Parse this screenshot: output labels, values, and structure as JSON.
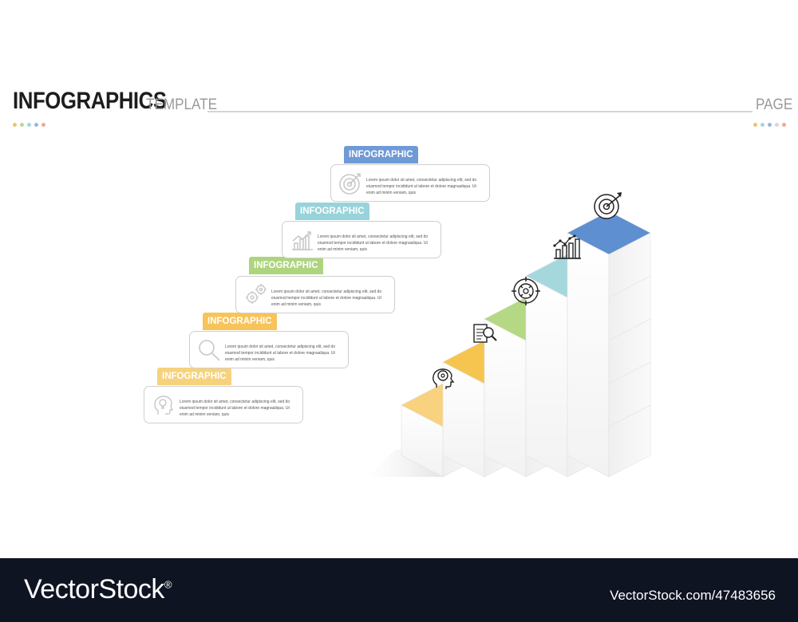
{
  "header": {
    "title": "INFOGRAPHICS",
    "subtitle": "TEMPLATE",
    "page_label": "PAGE",
    "dot_colors_left": [
      "#f2c06a",
      "#b9d99a",
      "#a5d6da",
      "#9bb5dc",
      "#f2a98a"
    ],
    "dot_colors_right": [
      "#f2c06a",
      "#a5d6da",
      "#9bb5dc",
      "#d6d6d6",
      "#f2a98a"
    ]
  },
  "steps": [
    {
      "tag": "INFOGRAPHIC",
      "color": "#f7d27c",
      "icon": "head-lightbulb-icon",
      "text": "Lorem ipsum dolor sit amet, consectetur adipiscing elit, sed do eiusmod tempor incididunt ut labore et dolore magnaaliqua. Ut enim ad minim veniam, quis"
    },
    {
      "tag": "INFOGRAPHIC",
      "color": "#f7c45a",
      "icon": "magnifier-icon",
      "text": "Lorem ipsum dolor sit amet, consectetur adipiscing elit, sed do eiusmod tempor incididunt ut labore et dolore magnaaliqua. Ut enim ad minim veniam, quis"
    },
    {
      "tag": "INFOGRAPHIC",
      "color": "#aed47e",
      "icon": "gears-icon",
      "text": "Lorem ipsum dolor sit amet, consectetur adipiscing elit, sed do eiusmod tempor incididunt ut labore et dolore magnaaliqua. Ut enim ad minim veniam, quis"
    },
    {
      "tag": "INFOGRAPHIC",
      "color": "#97d3da",
      "icon": "growth-chart-icon",
      "text": "Lorem ipsum dolor sit amet, consectetur adipiscing elit, sed do eiusmod tempor incididunt ut labore et dolore magnaaliqua. Ut enim ad minim veniam, quis"
    },
    {
      "tag": "INFOGRAPHIC",
      "color": "#6f9ad6",
      "icon": "target-icon",
      "text": "Lorem ipsum dolor sit amet, consectetur adipiscing elit, sed do eiusmod tempor incididunt ut labore et dolore magnaaliqua. Ut enim ad minim veniam, quis"
    }
  ],
  "stairs": {
    "tops": [
      {
        "color": "#f8d27e",
        "icon": "head-gear-icon"
      },
      {
        "color": "#f6c550",
        "icon": "document-search-icon"
      },
      {
        "color": "#b5d884",
        "icon": "gear-target-icon"
      },
      {
        "color": "#a5d8dc",
        "icon": "bar-chart-icon"
      },
      {
        "color": "#5e8fd0",
        "icon": "target-icon"
      }
    ]
  },
  "footer": {
    "brand": "VectorStock",
    "registered": "®",
    "image_id": "VectorStock.com/47483656"
  }
}
